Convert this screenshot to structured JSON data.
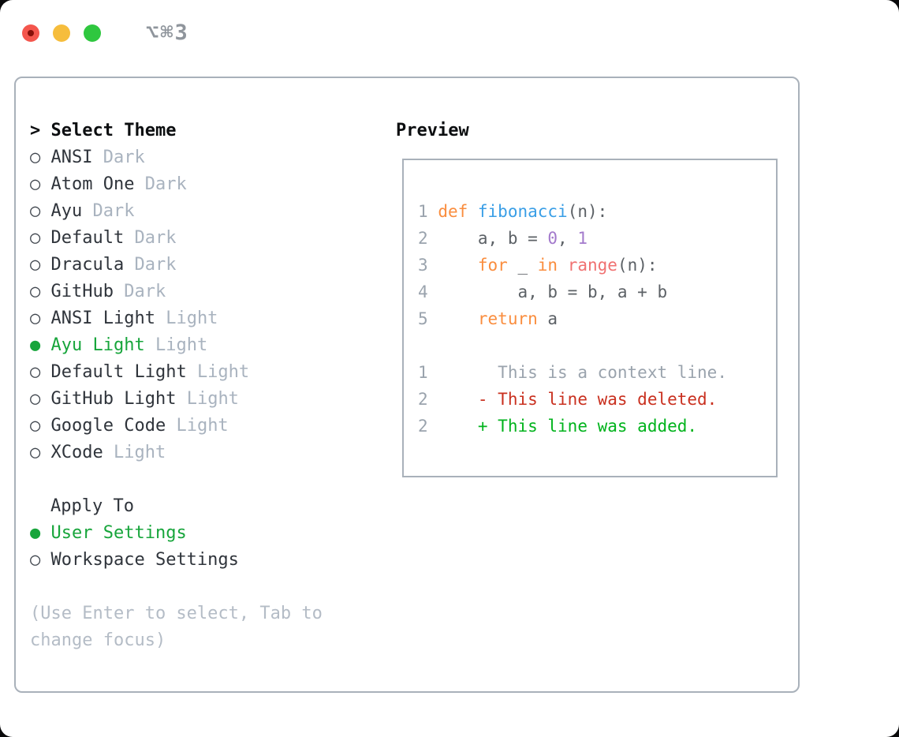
{
  "window": {
    "title": "⌥⌘3"
  },
  "traffic_lights": {
    "close": "#f4564d",
    "close_dot": "#871009",
    "minimize": "#f6bd3c",
    "zoom": "#2fc73f"
  },
  "sidebar": {
    "header_prefix": ">",
    "header": "Select Theme",
    "themes": [
      {
        "name": "ANSI",
        "variant": "Dark",
        "selected": false
      },
      {
        "name": "Atom One",
        "variant": "Dark",
        "selected": false
      },
      {
        "name": "Ayu",
        "variant": "Dark",
        "selected": false
      },
      {
        "name": "Default",
        "variant": "Dark",
        "selected": false
      },
      {
        "name": "Dracula",
        "variant": "Dark",
        "selected": false
      },
      {
        "name": "GitHub",
        "variant": "Dark",
        "selected": false
      },
      {
        "name": "ANSI Light",
        "variant": "Light",
        "selected": false
      },
      {
        "name": "Ayu Light",
        "variant": "Light",
        "selected": true
      },
      {
        "name": "Default Light",
        "variant": "Light",
        "selected": false
      },
      {
        "name": "GitHub Light",
        "variant": "Light",
        "selected": false
      },
      {
        "name": "Google Code",
        "variant": "Light",
        "selected": false
      },
      {
        "name": "XCode",
        "variant": "Light",
        "selected": false
      }
    ],
    "apply_to": {
      "header": "Apply To",
      "options": [
        {
          "name": "User Settings",
          "selected": true
        },
        {
          "name": "Workspace Settings",
          "selected": false
        }
      ]
    },
    "help_text": "(Use Enter to select, Tab to change focus)",
    "bullet_unselected": "○",
    "bullet_selected": "●"
  },
  "preview": {
    "header": "Preview",
    "lines": [
      {
        "num": "1",
        "kind": "code",
        "segments": [
          {
            "t": "def ",
            "c": "keyword"
          },
          {
            "t": "fibonacci",
            "c": "function"
          },
          {
            "t": "(n):",
            "c": "default"
          }
        ]
      },
      {
        "num": "2",
        "kind": "code",
        "segments": [
          {
            "t": "    a, b = ",
            "c": "default"
          },
          {
            "t": "0",
            "c": "number"
          },
          {
            "t": ", ",
            "c": "default"
          },
          {
            "t": "1",
            "c": "number"
          }
        ]
      },
      {
        "num": "3",
        "kind": "code",
        "segments": [
          {
            "t": "    ",
            "c": "default"
          },
          {
            "t": "for",
            "c": "keyword"
          },
          {
            "t": " _ ",
            "c": "default"
          },
          {
            "t": "in",
            "c": "keyword"
          },
          {
            "t": " ",
            "c": "default"
          },
          {
            "t": "range",
            "c": "builtin"
          },
          {
            "t": "(n):",
            "c": "default"
          }
        ]
      },
      {
        "num": "4",
        "kind": "code",
        "segments": [
          {
            "t": "        a, b = b, a + b",
            "c": "default"
          }
        ]
      },
      {
        "num": "5",
        "kind": "code",
        "segments": [
          {
            "t": "    ",
            "c": "default"
          },
          {
            "t": "return",
            "c": "keyword"
          },
          {
            "t": " a",
            "c": "default"
          }
        ]
      },
      {
        "num": "",
        "kind": "blank",
        "segments": []
      },
      {
        "num": "1",
        "kind": "diff-context",
        "segments": [
          {
            "t": "      This is a context line.",
            "c": "context"
          }
        ]
      },
      {
        "num": "2",
        "kind": "diff-deleted",
        "segments": [
          {
            "t": "    - This line was deleted.",
            "c": "deleted"
          }
        ]
      },
      {
        "num": "2",
        "kind": "diff-added",
        "segments": [
          {
            "t": "    + This line was added.",
            "c": "added"
          }
        ]
      }
    ]
  },
  "colors": {
    "keyword": "#fa8d3e",
    "function": "#399ee6",
    "number": "#a37acc",
    "builtin": "#f07171",
    "default": "#5c6166",
    "context": "#9aa3ad",
    "deleted": "#c9301f",
    "added": "#00b31c",
    "line_number": "#9aa3ad",
    "selected_green": "#17a53b",
    "muted": "#a9b3bf",
    "text": "#2f343b",
    "help": "#b4bcc6",
    "border": "#a9b1ba",
    "title": "#8f959c"
  }
}
